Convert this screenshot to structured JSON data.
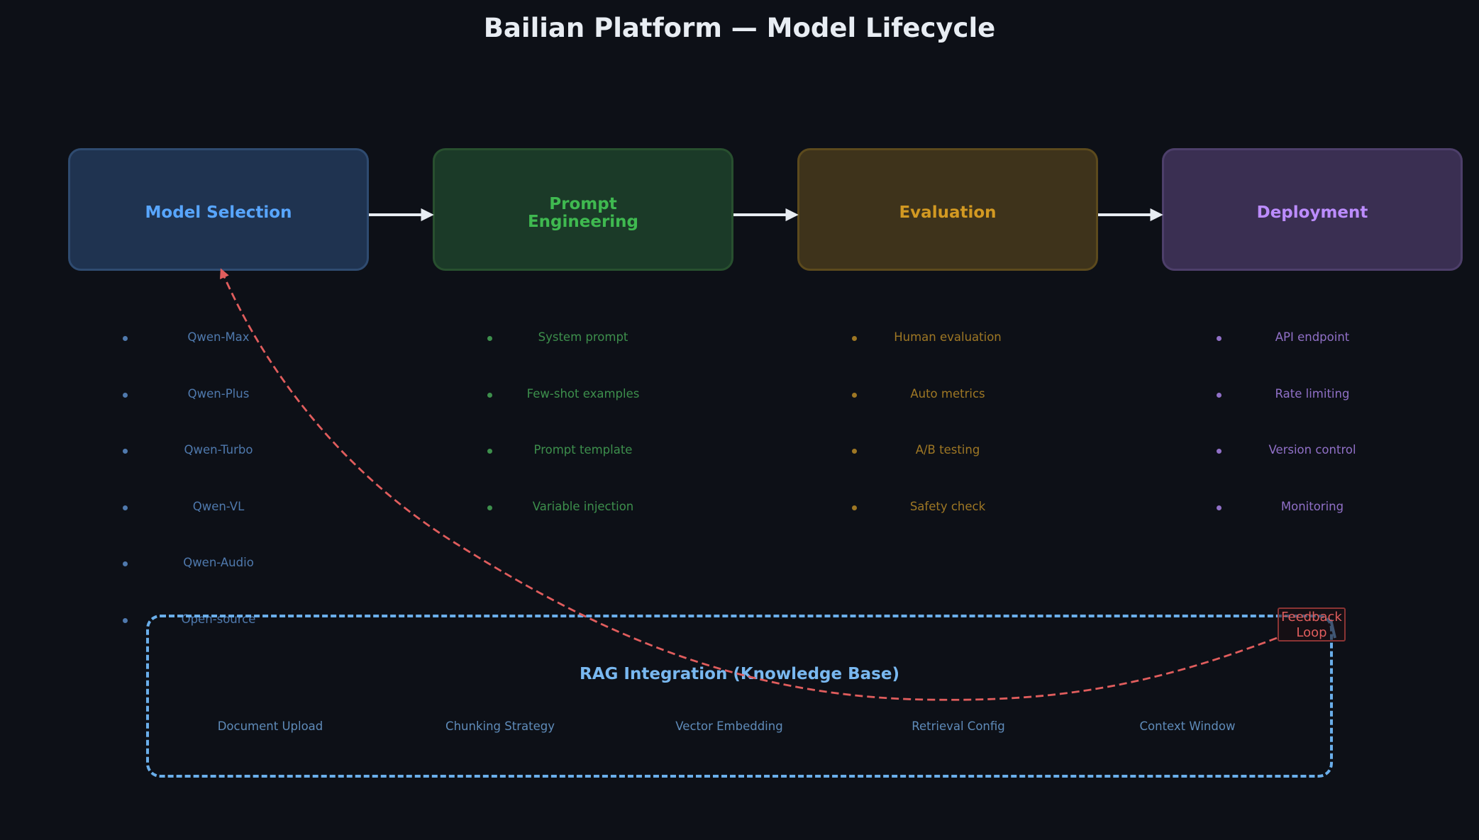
{
  "title": "Bailian Platform — Model Lifecycle",
  "stages": [
    {
      "label": "Model Selection",
      "color": "#58a6ff",
      "items": [
        "Qwen-Max",
        "Qwen-Plus",
        "Qwen-Turbo",
        "Qwen-VL",
        "Qwen-Audio",
        "Open-source"
      ]
    },
    {
      "label": "Prompt Engineering",
      "color": "#3fb950",
      "items": [
        "System prompt",
        "Few-shot examples",
        "Prompt template",
        "Variable injection"
      ]
    },
    {
      "label": "Evaluation",
      "color": "#d29922",
      "items": [
        "Human evaluation",
        "Auto metrics",
        "A/B testing",
        "Safety check"
      ]
    },
    {
      "label": "Deployment",
      "color": "#bc8cff",
      "items": [
        "API endpoint",
        "Rate limiting",
        "Version control",
        "Monitoring"
      ]
    }
  ],
  "rag": {
    "title": "RAG Integration (Knowledge Base)",
    "items": [
      "Document Upload",
      "Chunking Strategy",
      "Vector Embedding",
      "Retrieval Config",
      "Context Window"
    ]
  },
  "feedback": {
    "line1": "Feedback",
    "line2": "Loop",
    "color": "#e05d5d"
  },
  "colors": {
    "background": "#0d1017",
    "title": "#e8edf3",
    "arrows": "#e8edf3",
    "rag_border": "#6aaeea"
  }
}
